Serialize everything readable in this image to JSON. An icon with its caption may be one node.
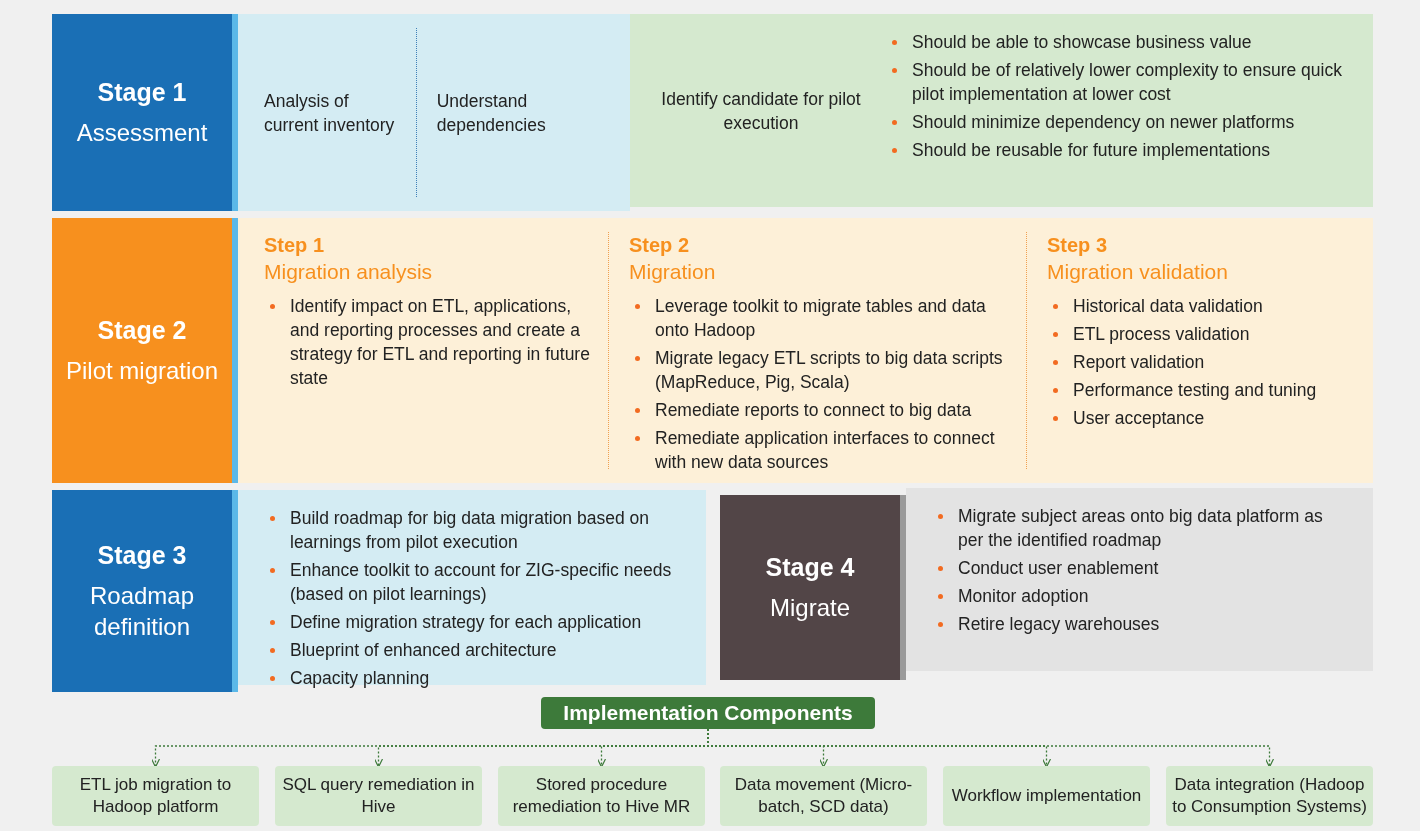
{
  "diagram": {
    "nodes": [
      {
        "text": [
          "Stage 1",
          "Assessment"
        ]
      },
      {
        "text": [
          "Analysis of current inventory",
          "Understand dependencies"
        ]
      },
      {
        "text": [
          "Identify candidate for pilot execution",
          "Should be able to showcase business value",
          "Should be of relatively lower complexity to ensure quick pilot implementation at lower cost",
          "Should minimize dependency on newer platforms",
          "Should be reusable for future implementations"
        ]
      },
      {
        "text": [
          "Stage 2",
          "Pilot migration"
        ]
      },
      {
        "text": [
          "Step 1",
          "Migration analysis",
          "Identify impact on ETL, applications, and reporting processes and create a strategy for ETL and reporting in future state",
          "Step 2",
          "Migration",
          "Leverage toolkit to migrate tables and data onto Hadoop",
          "Migrate legacy ETL scripts to big data scripts (MapReduce, Pig, Scala)",
          "Remediate reports to connect to big data",
          "Remediate application interfaces to connect with new data sources",
          "Step 3",
          "Migration validation",
          "Historical data validation",
          "ETL process validation",
          "Report validation",
          "Performance testing and tuning",
          "User acceptance"
        ]
      },
      {
        "text": [
          "Stage 3",
          "Roadmap definition"
        ]
      },
      {
        "text": [
          "Build roadmap for big data migration based on learnings from pilot execution",
          "Enhance toolkit to account for ZIG-specific needs (based on pilot learnings)",
          "Define migration strategy for each application",
          "Blueprint of enhanced architecture",
          "Capacity planning"
        ]
      },
      {
        "text": [
          "Stage 4",
          "Migrate"
        ]
      },
      {
        "text": [
          "Migrate subject areas onto big data platform as per the identified roadmap",
          "Conduct user enablement",
          "Monitor adoption",
          "Retire legacy warehouses"
        ]
      },
      {
        "text": [
          "Implementation Components"
        ]
      },
      {
        "text": [
          "ETL job migration to Hadoop platform"
        ]
      },
      {
        "text": [
          "SQL query remediation in Hive"
        ]
      },
      {
        "text": [
          "Stored procedure remediation to Hive MR"
        ]
      },
      {
        "text": [
          "Data movement (Micro-batch, SCD data)"
        ]
      },
      {
        "text": [
          "Workflow implementation"
        ]
      },
      {
        "text": [
          "Data integration (Hadoop to Consumption Systems)"
        ]
      }
    ],
    "edges": [
      {
        "from": 9,
        "to": 10,
        "arrow": "to",
        "style": "dashed"
      },
      {
        "from": 9,
        "to": 11,
        "arrow": "to",
        "style": "dashed"
      },
      {
        "from": 9,
        "to": 12,
        "arrow": "to",
        "style": "dashed"
      },
      {
        "from": 9,
        "to": 13,
        "arrow": "to",
        "style": "dashed"
      },
      {
        "from": 9,
        "to": 14,
        "arrow": "to",
        "style": "dashed"
      },
      {
        "from": 9,
        "to": 15,
        "arrow": "to",
        "style": "dashed"
      }
    ]
  }
}
